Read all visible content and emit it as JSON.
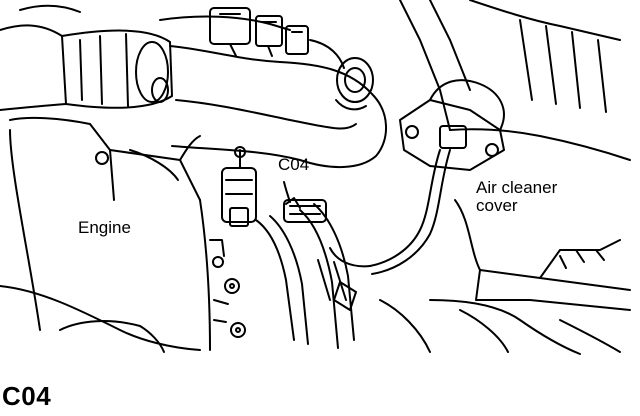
{
  "labels": {
    "connector": "C04",
    "engine": "Engine",
    "air_cleaner_line1": "Air cleaner",
    "air_cleaner_line2": "cover"
  },
  "caption": "C04",
  "colors": {
    "ink": "#000000",
    "paper": "#ffffff"
  }
}
